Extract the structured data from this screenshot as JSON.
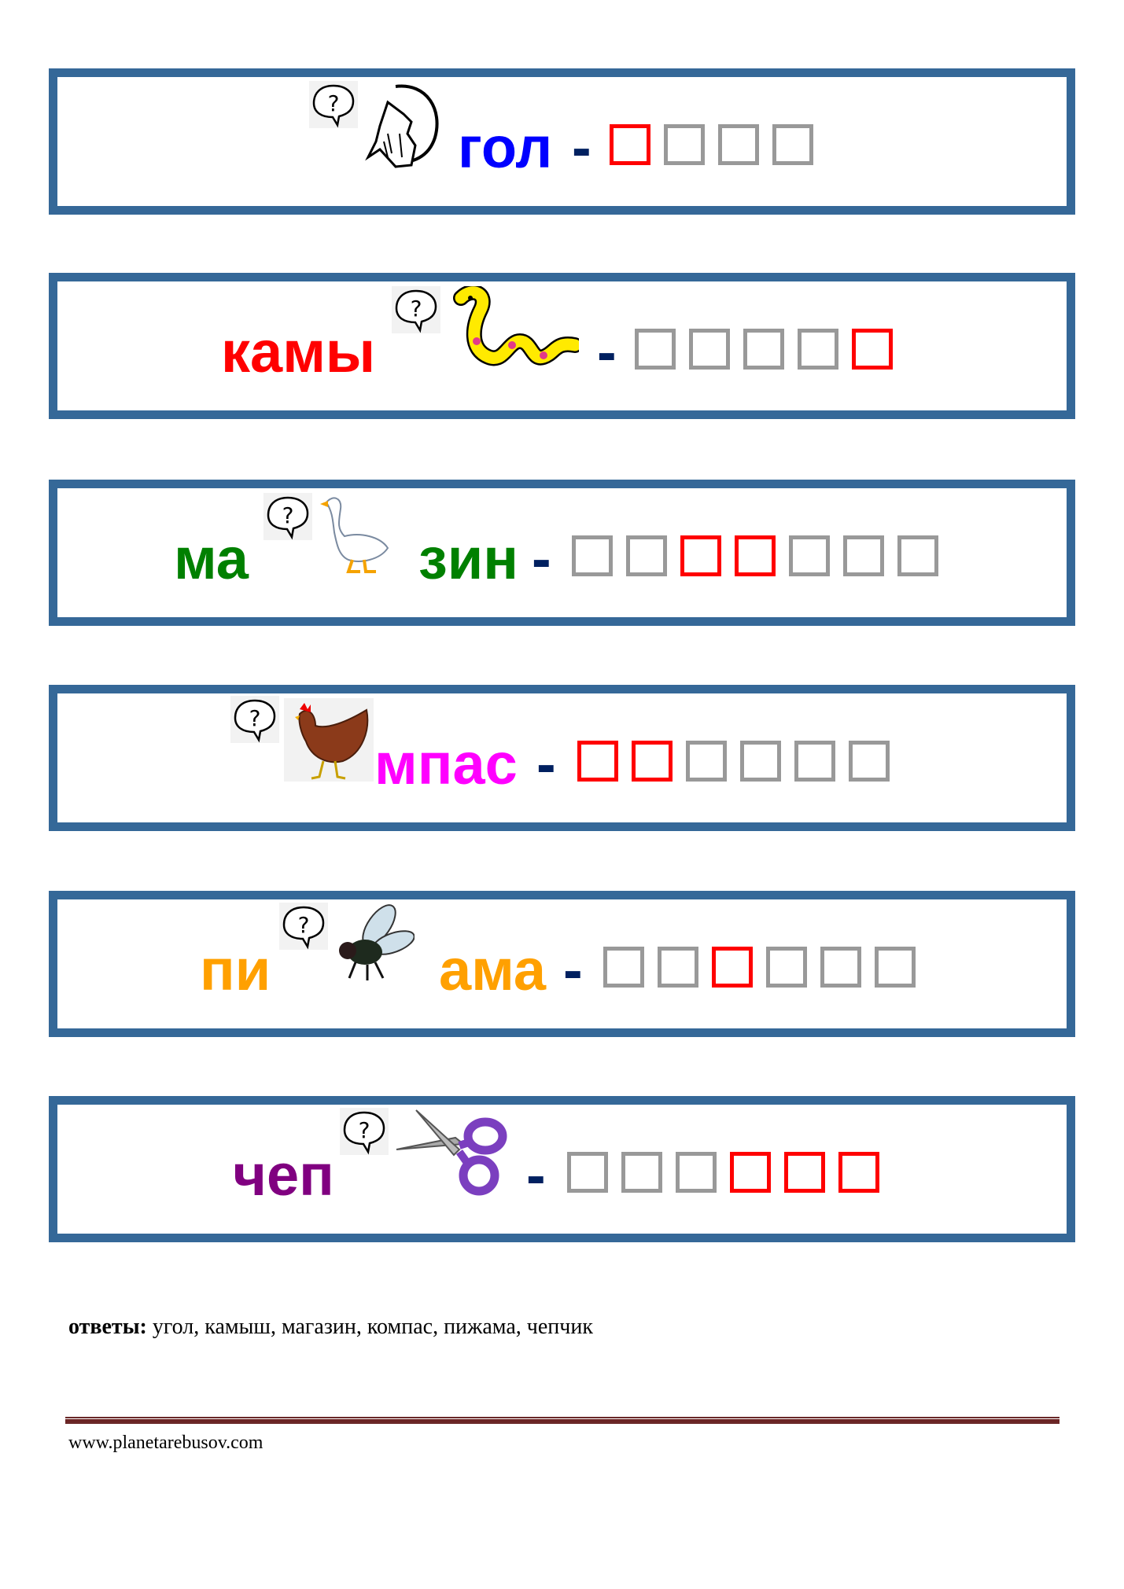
{
  "rebuses": [
    {
      "prefix": "",
      "suffix": "гол",
      "color": "#0000ff",
      "picture": "wolf-icon",
      "boxes": [
        true,
        false,
        false,
        false
      ]
    },
    {
      "prefix": "камы",
      "suffix": "",
      "color": "#ff0000",
      "picture": "snake-icon",
      "boxes": [
        false,
        false,
        false,
        false,
        true
      ]
    },
    {
      "prefix": "ма",
      "suffix": "зин",
      "color": "#008000",
      "picture": "goose-icon",
      "boxes": [
        false,
        false,
        true,
        true,
        false,
        false,
        false
      ]
    },
    {
      "prefix": "",
      "suffix": "мпас",
      "color": "#ff00ff",
      "picture": "hen-icon",
      "boxes": [
        true,
        true,
        false,
        false,
        false,
        false
      ]
    },
    {
      "prefix": "пи",
      "suffix": "ама",
      "color": "#ffa000",
      "picture": "fly-icon",
      "boxes": [
        false,
        false,
        true,
        false,
        false,
        false
      ]
    },
    {
      "prefix": "чеп",
      "suffix": "",
      "color": "#800080",
      "picture": "scissors-icon",
      "boxes": [
        false,
        false,
        false,
        true,
        true,
        true
      ]
    }
  ],
  "dash": "-",
  "bubble_mark": "?",
  "answers": {
    "label": "ответы:",
    "text": " угол, камыш, магазин, компас, пижама, чепчик"
  },
  "footer": {
    "url": "www.planetarebusov.com"
  },
  "colors": {
    "border": "#356898",
    "box_default": "#999999",
    "box_highlight": "#ff0000",
    "dash": "#002060"
  }
}
